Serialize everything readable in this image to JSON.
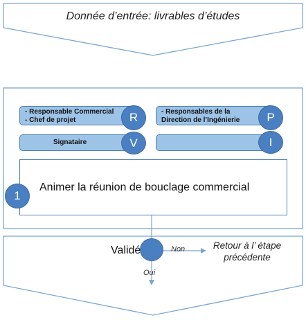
{
  "input_banner": {
    "text": "Donnée d’entrée: livrables d’études"
  },
  "roles": {
    "r": {
      "lines": [
        "- Responsable Commercial",
        "- Chef de projet"
      ],
      "letter": "R"
    },
    "p": {
      "lines": [
        "- Responsables de la",
        "Direction de l’Ingénierie"
      ],
      "letter": "P"
    },
    "v": {
      "label": "Signataire",
      "letter": "V"
    },
    "i": {
      "label": "",
      "letter": "I"
    }
  },
  "task": {
    "number": "1",
    "text": "Animer la réunion de bouclage commercial"
  },
  "decision": {
    "text": "Validé ?",
    "no_label": "Non",
    "yes_label": "Oui"
  },
  "return_step": {
    "lines": [
      "Retour à l’ étape",
      "précédente"
    ]
  },
  "colors": {
    "line": "#7aa6d1",
    "role_fill": "#9dc3e6",
    "circle_fill": "#4a7fc1"
  }
}
